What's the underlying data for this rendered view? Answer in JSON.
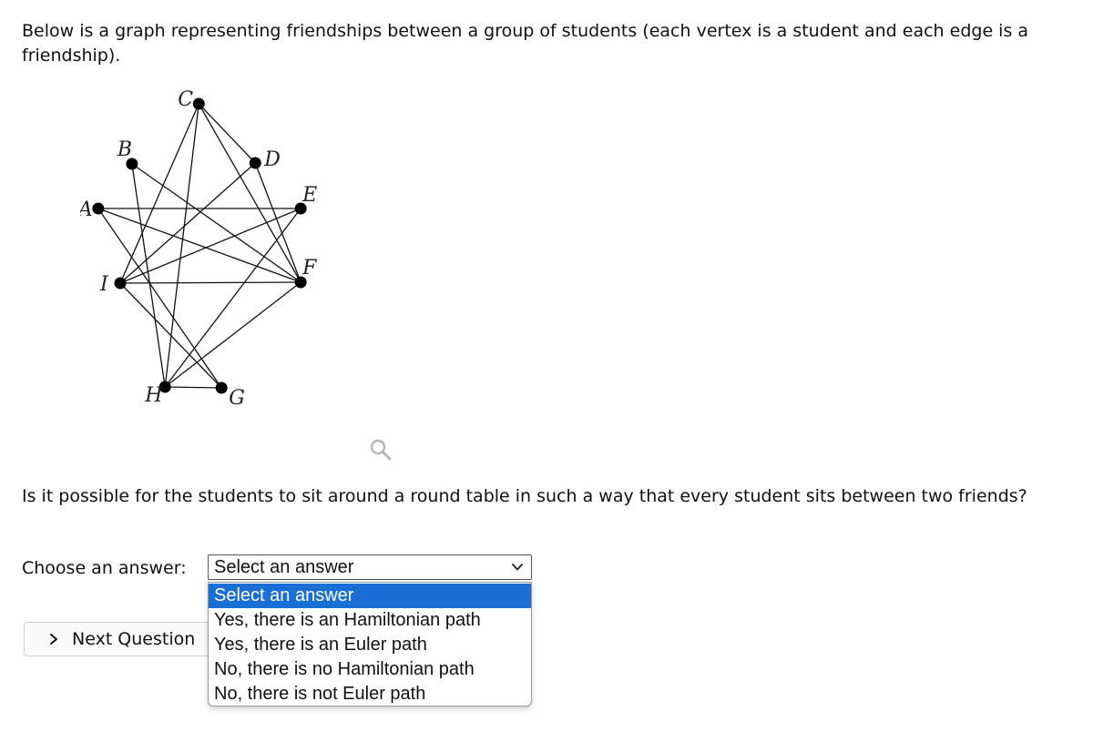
{
  "question": {
    "intro": "Below is a graph representing friendships between a group of students (each vertex is a student and each edge is a friendship).",
    "prompt": "Is it possible for the students to sit around a round table in such a way that every student sits between two friends?"
  },
  "graph": {
    "vertices": [
      "A",
      "B",
      "C",
      "D",
      "E",
      "F",
      "G",
      "H",
      "I"
    ],
    "edges": [
      [
        "A",
        "E"
      ],
      [
        "A",
        "F"
      ],
      [
        "A",
        "G"
      ],
      [
        "B",
        "F"
      ],
      [
        "B",
        "H"
      ],
      [
        "C",
        "H"
      ],
      [
        "C",
        "I"
      ],
      [
        "C",
        "D"
      ],
      [
        "C",
        "F"
      ],
      [
        "D",
        "I"
      ],
      [
        "D",
        "F"
      ],
      [
        "E",
        "H"
      ],
      [
        "E",
        "I"
      ],
      [
        "F",
        "I"
      ],
      [
        "F",
        "H"
      ],
      [
        "G",
        "H"
      ],
      [
        "G",
        "I"
      ]
    ],
    "zoom_icon": "magnifier-icon"
  },
  "answer": {
    "label": "Choose an answer:",
    "selected": "Select an answer",
    "options": [
      "Select an answer",
      "Yes, there is an Hamiltonian path",
      "Yes, there is an Euler path",
      "No, there is no Hamiltonian path",
      "No, there is not Euler path"
    ],
    "selected_highlight_color": "#1a6fd6"
  },
  "navigation": {
    "next_label": "Next Question",
    "next_icon": "chevron-right-icon"
  }
}
